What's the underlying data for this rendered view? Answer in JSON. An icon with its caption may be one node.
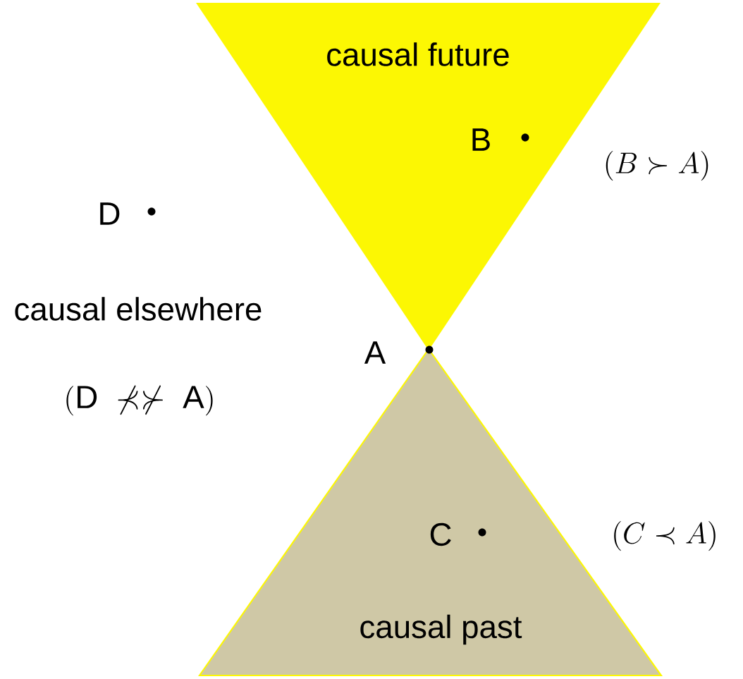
{
  "diagram": {
    "nodes": [
      {
        "text": [
          "causal future"
        ]
      },
      {
        "text": [
          "causal past"
        ]
      }
    ],
    "labels": [
      "B",
      "(B \\succ A)",
      "D",
      "causal elsewhere",
      "A",
      "(\\mathrm{D}\\ \\nprec\\nsucc\\ \\mathrm{A})",
      "C",
      "(C \\prec A)"
    ]
  }
}
